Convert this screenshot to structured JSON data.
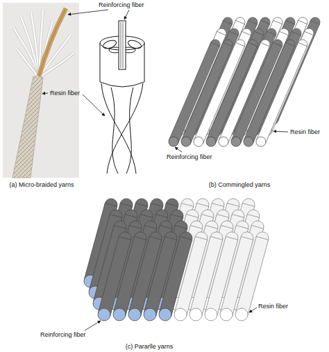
{
  "diagram": {
    "labels": [
      "Reinforcing fiber",
      "Resin fiber",
      "Resin fiber",
      "Reinforcing fiber",
      "(a) Micro-braided yarns",
      "(b) Commingled yarns",
      "Resin fiber",
      "Reinforcing fiber",
      "(c) Pararlle yarns"
    ]
  }
}
